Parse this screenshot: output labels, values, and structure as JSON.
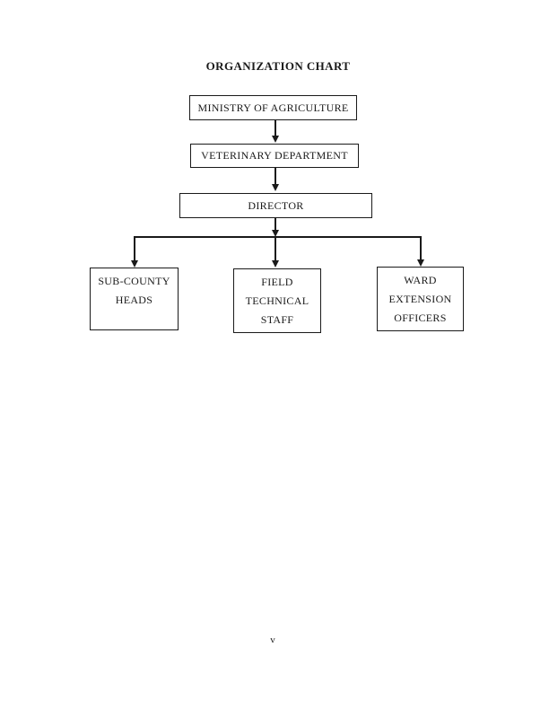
{
  "page": {
    "title": "ORGANIZATION CHART",
    "page_number": "v"
  },
  "colors": {
    "background": "#ffffff",
    "text": "#1a1a1a",
    "box_border": "#1a1a1a",
    "connector_line": "#1a1a1a"
  },
  "nodes": {
    "ministry": {
      "lines": [
        "MINISTRY OF AGRICULTURE"
      ]
    },
    "veterinary": {
      "lines": [
        "VETERINARY DEPARTMENT"
      ]
    },
    "director": {
      "lines": [
        "DIRECTOR"
      ]
    },
    "sub_county": {
      "lines": [
        "SUB-COUNTY",
        "HEADS"
      ]
    },
    "field_technical": {
      "lines": [
        "FIELD",
        "TECHNICAL",
        "STAFF"
      ]
    },
    "ward_extension": {
      "lines": [
        "WARD",
        "EXTENSION",
        "OFFICERS"
      ]
    }
  },
  "edges": [
    {
      "from": "MINISTRY OF AGRICULTURE",
      "to": "VETERINARY DEPARTMENT"
    },
    {
      "from": "VETERINARY DEPARTMENT",
      "to": "DIRECTOR"
    },
    {
      "from": "DIRECTOR",
      "to": "SUB-COUNTY HEADS"
    },
    {
      "from": "DIRECTOR",
      "to": "FIELD TECHNICAL STAFF"
    },
    {
      "from": "DIRECTOR",
      "to": "WARD EXTENSION OFFICERS"
    }
  ]
}
